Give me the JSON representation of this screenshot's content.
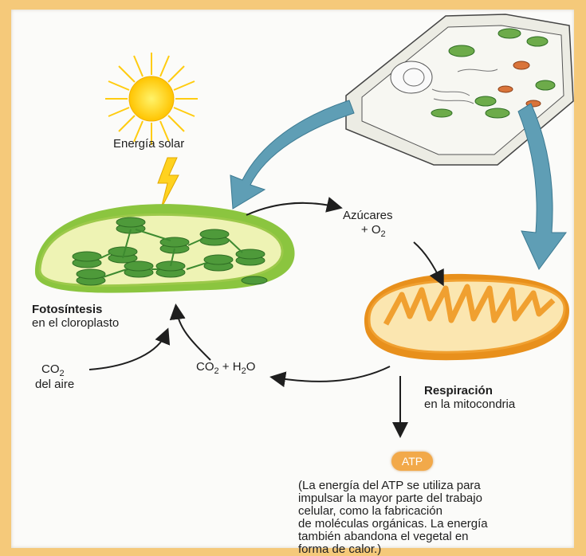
{
  "labels": {
    "solar": "Energía solar",
    "sugars": "Azúcares",
    "o2_plus": "+ O",
    "o2_sub": "2",
    "photosynthesis_title": "Fotosíntesis",
    "photosynthesis_sub": "en el cloroplasto",
    "co2_air_main": "CO",
    "co2_air_sub": "2",
    "co2_air_line2": "del aire",
    "co2_h2o_a": "CO",
    "co2_h2o_sub1": "2",
    "co2_h2o_b": " + H",
    "co2_h2o_sub2": "2",
    "co2_h2o_c": "O",
    "respiration_title": "Respiración",
    "respiration_sub": "en la mitocondria",
    "atp": "ATP"
  },
  "atp_note": [
    "(La energía del ATP se utiliza para",
    "impulsar la mayor parte del trabajo",
    "celular, como la fabricación",
    "de moléculas orgánicas. La energía",
    "también abandona el vegetal en",
    "forma de calor.)"
  ],
  "colors": {
    "background": "#f5c97a",
    "chloroplast_green": "#5aa845",
    "mitochondria_orange": "#f0a030",
    "sun_yellow": "#ffd21f",
    "arrow_blue": "#4a8fa8"
  }
}
